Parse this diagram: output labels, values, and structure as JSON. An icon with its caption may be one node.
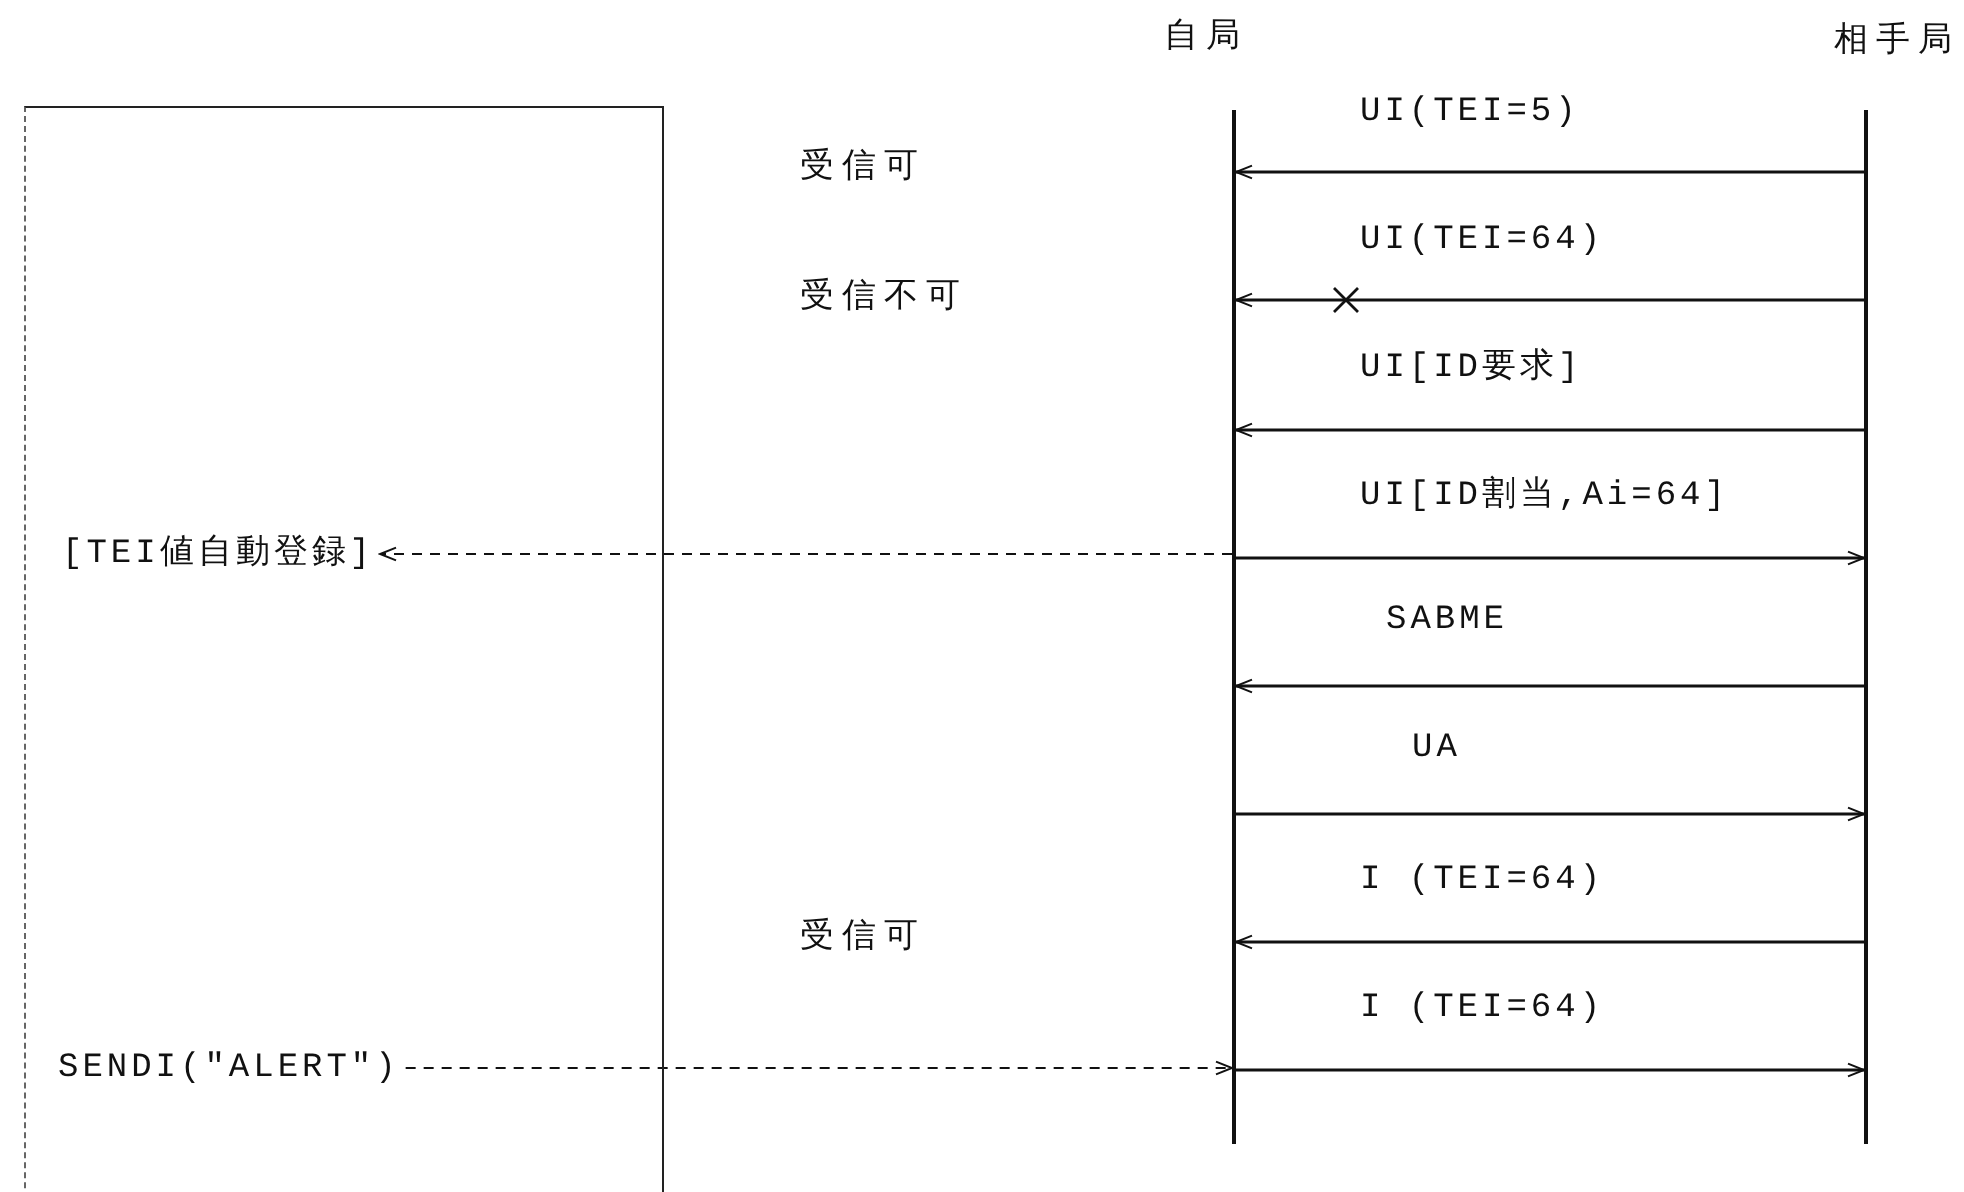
{
  "diagram": {
    "nodes": [
      {
        "text": [
          "自局"
        ]
      },
      {
        "text": [
          "相手局"
        ]
      },
      {
        "text": [],
        "shape": "box"
      },
      {
        "text": [
          "[TEI値自動登録]"
        ],
        "in": 2
      },
      {
        "text": [
          "SENDI(\"ALERT\")"
        ],
        "in": 2
      }
    ],
    "edges": [
      {
        "from": 1,
        "to": 0,
        "arrow": "to",
        "label": "UI(TEI=5)"
      },
      {
        "from": 1,
        "to": 0,
        "arrow": "to",
        "label": "UI(TEI=64)"
      },
      {
        "from": 1,
        "to": 0,
        "arrow": "to",
        "label": "UI[ID要求]"
      },
      {
        "from": 0,
        "to": 1,
        "arrow": "to",
        "label": "UI[ID割当,Ai=64]"
      },
      {
        "from": 1,
        "to": 0,
        "arrow": "to",
        "label": "SABME"
      },
      {
        "from": 0,
        "to": 1,
        "arrow": "to",
        "label": "UA"
      },
      {
        "from": 1,
        "to": 0,
        "arrow": "to",
        "label": "I (TEI=64)"
      },
      {
        "from": 0,
        "to": 1,
        "arrow": "to",
        "label": "I (TEI=64)"
      },
      {
        "from": 0,
        "to": 3,
        "arrow": "to",
        "style": "dashed"
      },
      {
        "from": 4,
        "to": 0,
        "arrow": "to",
        "style": "dashed"
      }
    ],
    "labels": [
      "受信可",
      "受信不可",
      "受信可"
    ]
  }
}
